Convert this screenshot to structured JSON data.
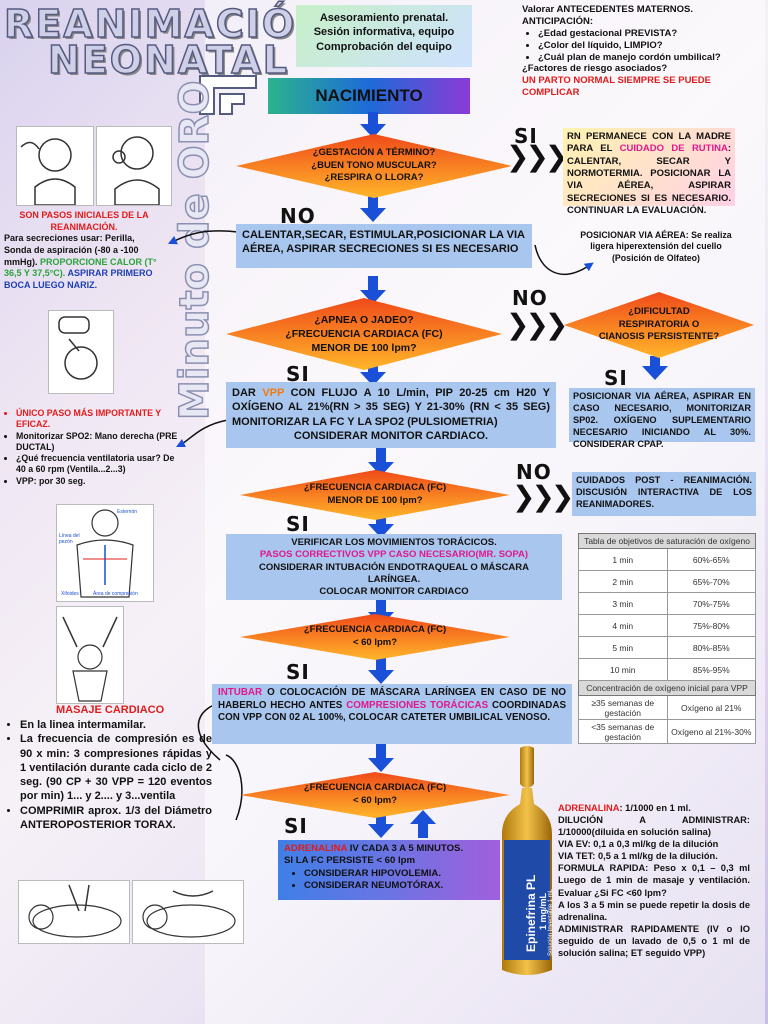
{
  "title": {
    "line1": "REANIMACIÓN",
    "line2": "NEONATAL"
  },
  "vertical_title": "Minuto de ORO",
  "prenatal_box": [
    "Asesoramiento prenatal.",
    "Sesión informativa, equipo",
    "Comprobación del equipo"
  ],
  "antecedentes": {
    "header1": "Valorar ANTECEDENTES MATERNOS.",
    "header2": "ANTICIPACIÓN:",
    "items": [
      "¿Edad gestacional PREVISTA?",
      "¿Color del líquido, LIMPIO?",
      "¿Cuál plan de manejo cordón umbilical?"
    ],
    "item4": "¿Factores de riesgo asociados?",
    "warning": "UN PARTO NORMAL SIEMPRE SE PUEDE COMPLICAR"
  },
  "nacimiento": "NACIMIENTO",
  "q1": [
    "¿GESTACIÓN A TÉRMINO?",
    "¿BUEN TONO MUSCULAR?",
    "¿RESPIRA O LLORA?"
  ],
  "labels": {
    "si": "SI",
    "no": "NO"
  },
  "routine_box": {
    "part1": "RN PERMANECE CON LA MADRE PARA EL ",
    "highlight": "CUIDADO DE RUTINA",
    "part2": ": CALENTAR, SECAR Y NORMOTERMIA. POSICIONAR LA VIA AÉREA, ASPIRAR SECRECIONES SI ES NECESARIO. CONTINUAR LA EVALUACIÓN."
  },
  "step_initial": "CALENTAR,SECAR, ESTIMULAR,POSICIONAR LA VIA AÉREA, ASPIRAR SECRECIONES SI ES NECESARIO",
  "left_initial": {
    "title": "SON PASOS INICIALES DE LA REANIMACIÓN.",
    "t1": "Para secreciones usar: Perilla, Sonda de aspiración (-80 a -100 mmHg). ",
    "t2": "PROPORCIONE CALOR (T° 36,5 Y 37,5°C). ",
    "t3": "ASPIRAR PRIMERO BOCA LUEGO NARIZ."
  },
  "airway_note": "POSICIONAR VIA AÉREA: Se realiza ligera hiperextensión del cuello (Posición de Olfateo)",
  "q2": [
    "¿APNEA O JADEO?",
    "¿FRECUENCIA CARDIACA (FC)",
    "MENOR DE 100 lpm?"
  ],
  "q_dif": [
    "¿DIFICULTAD",
    "RESPIRATORIA O",
    "CIANOSIS PERSISTENTE?"
  ],
  "box_cpap": "POSICIONAR VIA AÉREA, ASPIRAR EN CASO NECESARIO, MONITORIZAR SP02. OXÍGENO SUPLEMENTARIO NECESARIO INICIANDO AL 30%. CONSIDERAR CPAP.",
  "vpp_box": {
    "a": "DAR ",
    "vpp": "VPP",
    "b": " CON FLUJO A 10 L/min, PIP 20-25 cm H20 Y OXÍGENO AL 21%(RN > 35 SEG) Y 21-30% (RN < 35 SEG) MONITORIZAR LA FC Y LA SPO2 (PULSIOMETRIA)",
    "c": "CONSIDERAR MONITOR CARDIACO."
  },
  "left_vpp": {
    "i1": "ÚNICO PASO MÁS IMPORTANTE Y EFICAZ.",
    "i2": "Monitorizar SPO2: Mano derecha (PRE DUCTAL)",
    "i3": "¿Qué frecuencia ventilatoria usar? De 40 a 60 rpm (Ventila...2...3)",
    "i4": "VPP: por 30 seg."
  },
  "q3": [
    "¿FRECUENCIA CARDIACA (FC)",
    "MENOR DE 100 lpm?"
  ],
  "post_box": "CUIDADOS POST - REANIMACIÓN. DISCUSIÓN INTERACTIVA DE LOS REANIMADORES.",
  "verify_box": {
    "l1": "VERIFICAR LOS MOVIMIENTOS TORÁCICOS.",
    "l2": "PASOS CORRECTIVOS VPP CASO NECESARIO(MR. SOPA)",
    "l3": "CONSIDERAR INTUBACIÓN ENDOTRAQUEAL O MÁSCARA LARÍNGEA.",
    "l4": "COLOCAR MONITOR CARDIACO"
  },
  "q4": [
    "¿FRECUENCIA CARDIACA (FC)",
    "< 60 lpm?"
  ],
  "intubar_box": {
    "a": "INTUBAR",
    "b": " O COLOCACIÓN DE MÁSCARA LARÍNGEA EN CASO DE NO HABERLO HECHO ANTES",
    "c": "COMPRESIONES TORÁCICAS",
    "d": " COORDINADAS CON VPP CON 02 AL 100%, COLOCAR CATETER UMBILICAL VENOSO."
  },
  "q5": [
    "¿FRECUENCIA CARDIACA (FC)",
    "< 60 lpm?"
  ],
  "adrenalina_box": {
    "a": "ADRENALINA",
    "b": " IV CADA 3 A 5 MINUTOS.",
    "c": "SI LA FC PERSISTE < 60 lpm",
    "items": [
      "CONSIDERAR HIPOVOLEMIA.",
      "CONSIDERAR NEUMOTÓRAX."
    ]
  },
  "masaje": {
    "title": "MASAJE CARDIACO",
    "items": [
      "En la linea intermamilar.",
      "La frecuencia de compresión es de 90 x min: 3 compresiones rápidas y 1 ventilación durante cada ciclo de 2 seg. (90 CP + 30 VPP = 120 eventos por min) 1... y 2.... y 3...ventila",
      "COMPRIMIR aprox. 1/3 del Diámetro ANTEROPOSTERIOR TORAX."
    ]
  },
  "illus_labels": {
    "linea": "Línea del pezón",
    "esternon": "Esternón",
    "xifoides": "Xifoides",
    "area": "Área de compresión"
  },
  "sat_table": {
    "title": "Tabla de objetivos de saturación de oxígeno",
    "rows": [
      [
        "1 min",
        "60%-65%"
      ],
      [
        "2 min",
        "65%-70%"
      ],
      [
        "3 min",
        "70%-75%"
      ],
      [
        "4 min",
        "75%-80%"
      ],
      [
        "5 min",
        "80%-85%"
      ],
      [
        "10 min",
        "85%-95%"
      ]
    ],
    "title2": "Concentración de oxígeno inicial para VPP",
    "rows2": [
      [
        "≥35 semanas de gestación",
        "Oxígeno al 21%"
      ],
      [
        "<35 semanas de gestación",
        "Oxígeno al 21%-30%"
      ]
    ]
  },
  "ampoule": {
    "brand": "Epinefrina PL",
    "conc": "1 mg/mL",
    "sub": "Solución Inyectable 1 mL"
  },
  "adrenalina_info": {
    "title": "ADRENALINA",
    "title_b": ": 1/1000 en 1 ml.",
    "p1": "DILUCIÓN A ADMINISTRAR: 1/10000(diluida en solución salina)",
    "p2": "VIA EV: 0,1 a 0,3 ml/kg de la dilución",
    "p3": "VIA TET: 0,5 a 1 ml/kg de la dilución.",
    "p4": "FORMULA RAPIDA: Peso x 0,1 – 0,3 ml Luego de 1 min de masaje y ventilación. Evaluar ¿Si FC <60 lpm?",
    "p5": "A los 3 a 5 min se puede repetir la dosis de adrenalina.",
    "p6": "ADMINISTRAR RAPIDAMENTE (IV o IO seguido de un lavado de 0,5 o 1 ml de solución salina; ET seguido VPP)"
  },
  "colors": {
    "diamond_top": "#f04a1a",
    "diamond_bottom": "#ffb62a",
    "box_blue": "#a9c6ee",
    "arrow": "#1a4fd8",
    "accent_red": "#e21b1b"
  }
}
